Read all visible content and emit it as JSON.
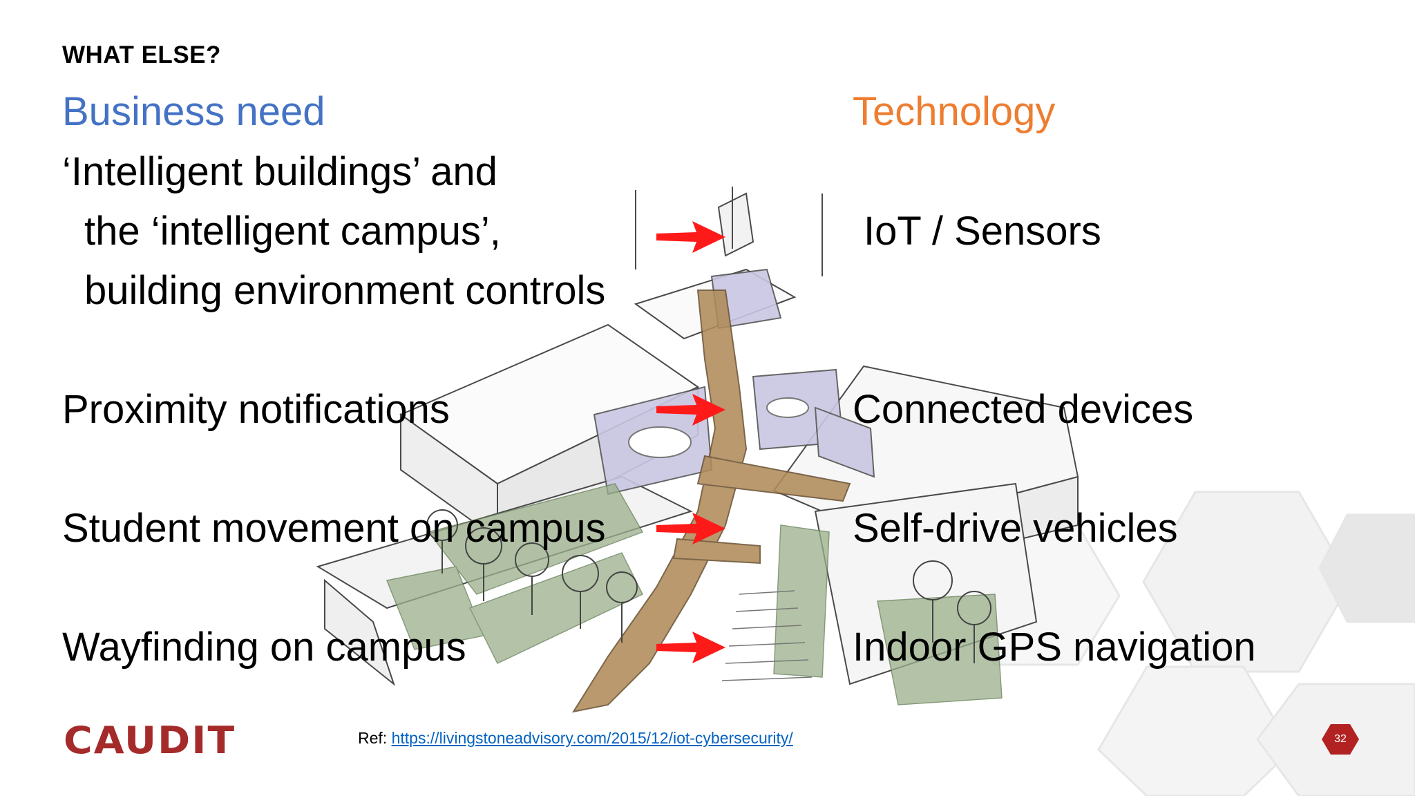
{
  "slide": {
    "heading": "WHAT ELSE?",
    "left_header": "Business need",
    "right_header": "Technology",
    "business_needs": [
      "‘Intelligent buildings’ and",
      "the ‘intelligent campus’,",
      "building environment controls",
      "Proximity notifications",
      "Student movement on campus",
      "Wayfinding on campus"
    ],
    "technologies": [
      "IoT / Sensors",
      "Connected devices",
      "Self-drive vehicles",
      "Indoor GPS navigation"
    ],
    "illustration_icon": "campus-building-sketch-icon",
    "arrow_icon": "red-arrow-icon"
  },
  "footer": {
    "logo_text": "CAUDIT",
    "ref_label": "Ref: ",
    "ref_link": "https://livingstoneadvisory.com/2015/12/iot-cybersecurity/",
    "page_number": "32"
  },
  "colors": {
    "business_header": "#4472c4",
    "technology_header": "#ed7d31",
    "arrow": "#ff1a1a",
    "logo": "#a52a2a",
    "badge": "#b22222"
  }
}
